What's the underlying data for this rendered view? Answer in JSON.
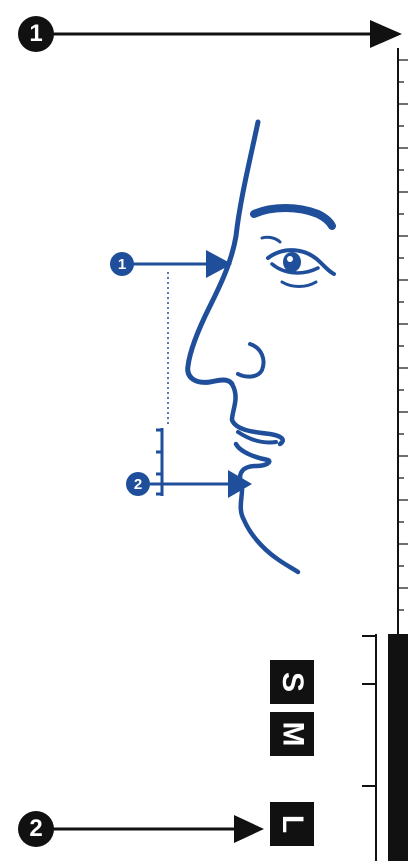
{
  "markers": {
    "top": "1",
    "bottom": "2",
    "face_top": "1",
    "face_bottom": "2"
  },
  "sizes": [
    "S",
    "M",
    "L"
  ],
  "colors": {
    "ink": "#111111",
    "accent_blue": "#1f4e9a"
  },
  "icons": [
    "arrow-right-icon",
    "face-profile-icon",
    "ruler-icon"
  ]
}
